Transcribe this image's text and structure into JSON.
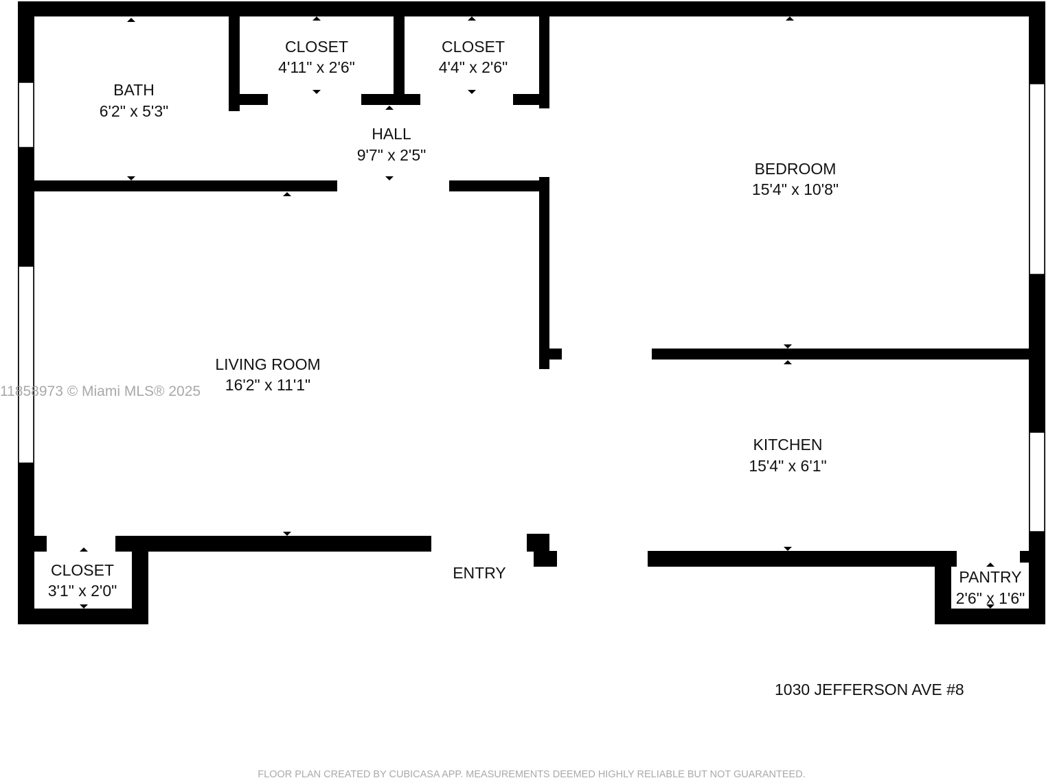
{
  "rooms": {
    "bath": {
      "name": "BATH",
      "dims": "6'2\" x 5'3\""
    },
    "closet1": {
      "name": "CLOSET",
      "dims": "4'11\" x 2'6\""
    },
    "closet2": {
      "name": "CLOSET",
      "dims": "4'4\" x 2'6\""
    },
    "hall": {
      "name": "HALL",
      "dims": "9'7\" x 2'5\""
    },
    "bedroom": {
      "name": "BEDROOM",
      "dims": "15'4\" x 10'8\""
    },
    "living": {
      "name": "LIVING ROOM",
      "dims": "16'2\" x 11'1\""
    },
    "kitchen": {
      "name": "KITCHEN",
      "dims": "15'4\" x 6'1\""
    },
    "closet3": {
      "name": "CLOSET",
      "dims": "3'1\" x 2'0\""
    },
    "pantry": {
      "name": "PANTRY",
      "dims": "2'6\" x 1'6\""
    },
    "entry": {
      "name": "ENTRY"
    }
  },
  "address": "1030 JEFFERSON AVE #8",
  "watermark": "11858973 © Miami MLS® 2025",
  "footer": "FLOOR PLAN CREATED BY CUBICASA APP. MEASUREMENTS DEEMED HIGHLY RELIABLE BUT NOT GUARANTEED."
}
